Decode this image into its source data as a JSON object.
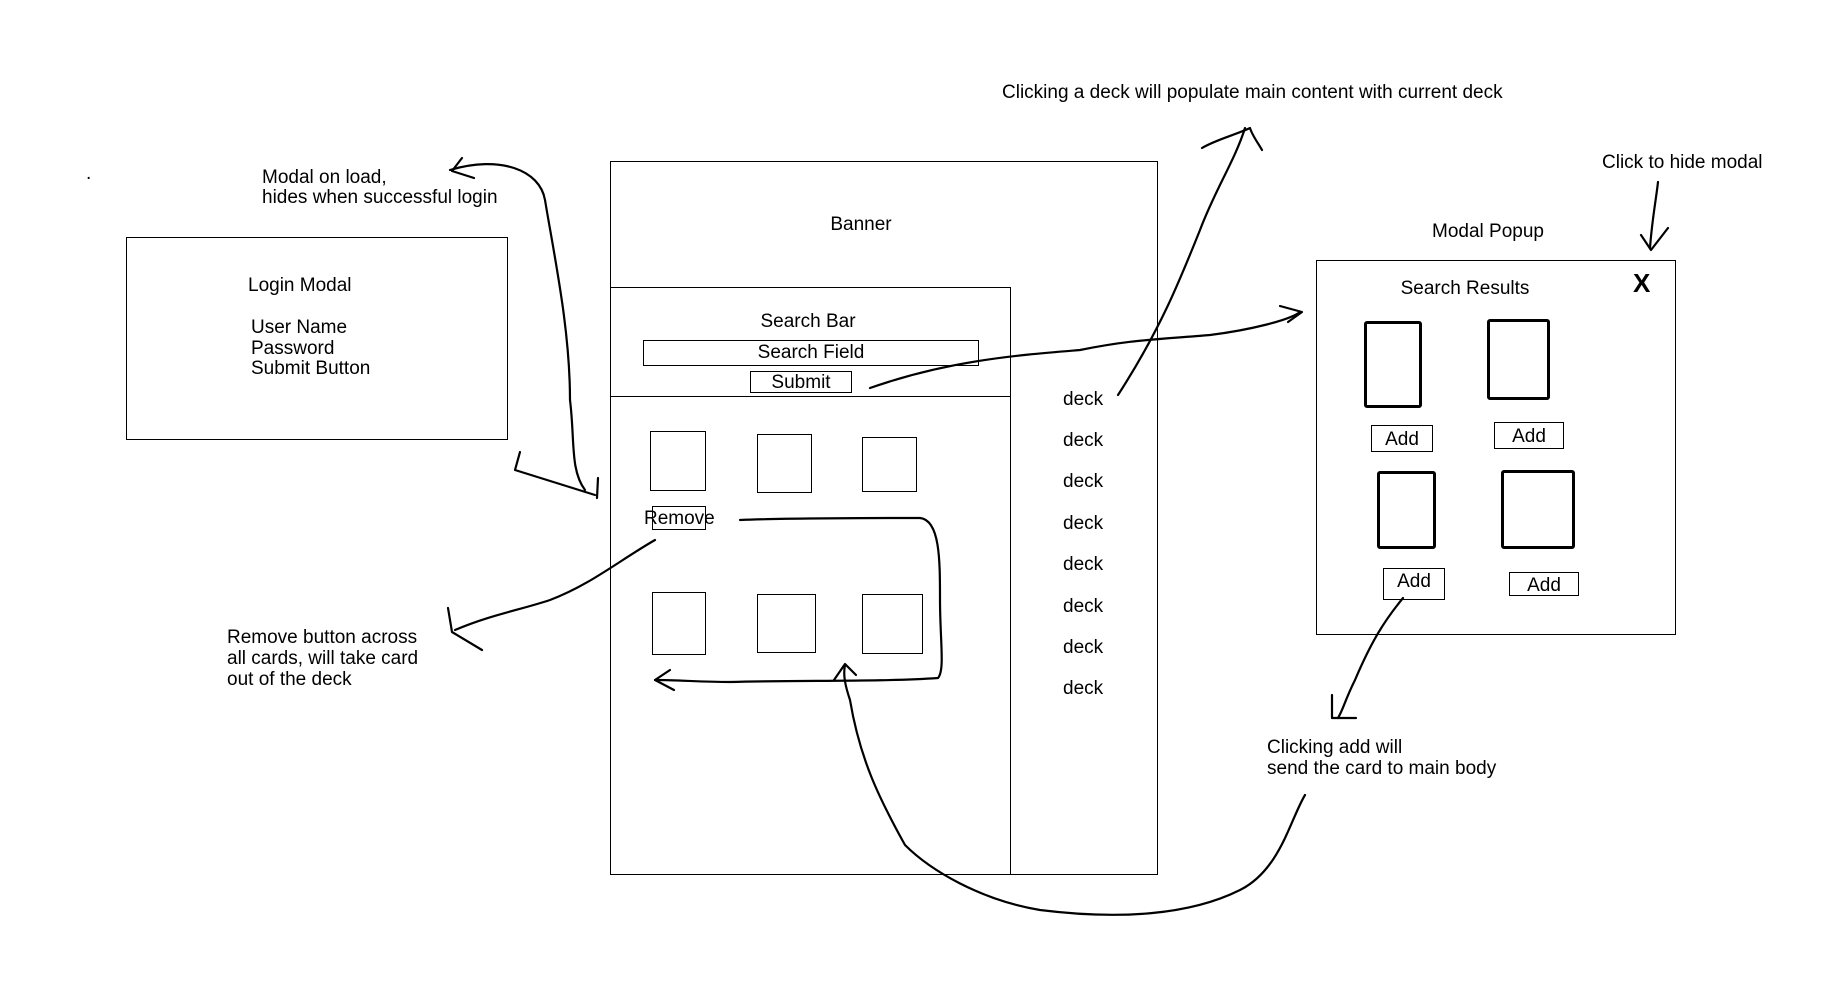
{
  "annotations": {
    "deck_click": "Clicking a deck will populate main content with current deck",
    "close_modal": "Click to hide modal",
    "modal_on_load": [
      "Modal on load,",
      "hides when successful login"
    ],
    "remove_note": [
      "Remove button across",
      "all cards, will take card",
      "out of the deck"
    ],
    "add_note": [
      "Clicking add will",
      "send the card to main body"
    ],
    "dot": "."
  },
  "login_modal": {
    "title": "Login Modal",
    "fields": [
      "User Name",
      "Password",
      "Submit Button"
    ]
  },
  "main_layout": {
    "banner": "Banner",
    "search": {
      "title": "Search Bar",
      "field_label": "Search Field",
      "submit_label": "Submit"
    },
    "card_remove_label": "Remove",
    "decks": [
      "deck",
      "deck",
      "deck",
      "deck",
      "deck",
      "deck",
      "deck",
      "deck"
    ]
  },
  "modal_popup": {
    "label": "Modal Popup",
    "title": "Search Results",
    "close_glyph": "X",
    "add_labels": [
      "Add",
      "Add",
      "Add",
      "Add"
    ]
  }
}
